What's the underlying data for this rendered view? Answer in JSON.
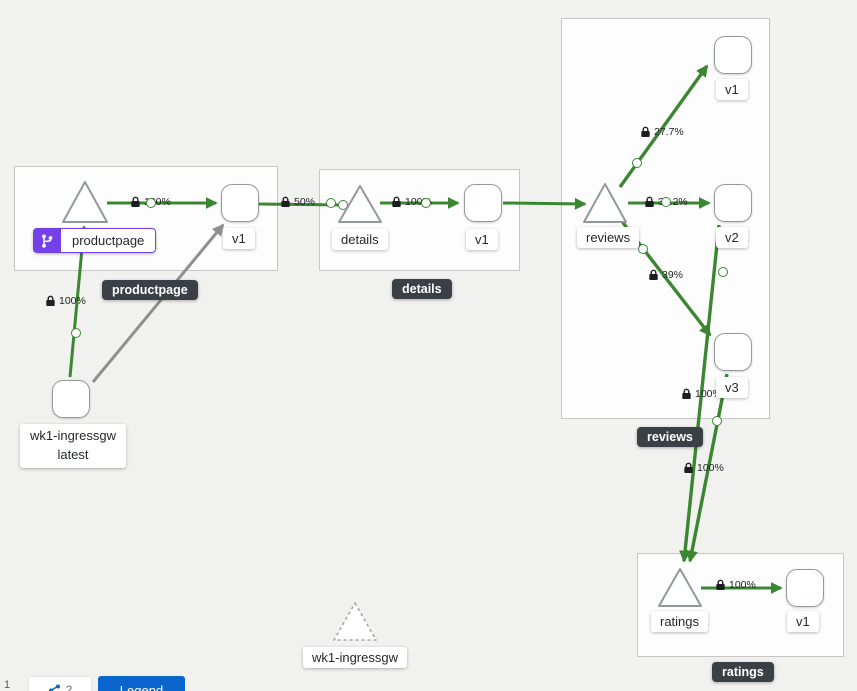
{
  "app_boxes": {
    "productpage": {
      "tooltip": "productpage"
    },
    "details": {
      "tooltip": "details"
    },
    "reviews": {
      "tooltip": "reviews"
    },
    "ratings": {
      "tooltip": "ratings"
    }
  },
  "nodes": {
    "productpage_service": "productpage",
    "productpage_v1": "v1",
    "ingress_workload_line1": "wk1-ingressgw",
    "ingress_workload_line2": "latest",
    "details_service": "details",
    "details_v1": "v1",
    "reviews_service": "reviews",
    "reviews_v1": "v1",
    "reviews_v2": "v2",
    "reviews_v3": "v3",
    "ratings_service": "ratings",
    "ratings_v1": "v1",
    "idle_service": "wk1-ingressgw"
  },
  "edges": {
    "productpage_to_v1": "100%",
    "v1_to_details": "50%",
    "details_to_v1": "100%",
    "ingress_to_productpage": "100%",
    "reviews_to_v1": "27.7%",
    "reviews_to_v2": "33.2%",
    "reviews_to_v3": "39%",
    "reviews_v2_to_ratings": "100%",
    "reviews_v3_to_ratings": "100%",
    "ratings_to_v1": "100%"
  },
  "toolbar": {
    "chip1": "1",
    "chip2": "2",
    "legend_label": "Legend"
  },
  "icons": {
    "edge_security": "lock-icon",
    "app_badge": "code-branch-icon",
    "chip": "share-nodes-icon"
  },
  "colors": {
    "edge_green": "#3a8631",
    "edge_idle_gray": "#8f8f8f",
    "badge_purple": "#7440ea",
    "button_blue": "#0a66cc",
    "tooltip_bg": "#3b4046"
  }
}
